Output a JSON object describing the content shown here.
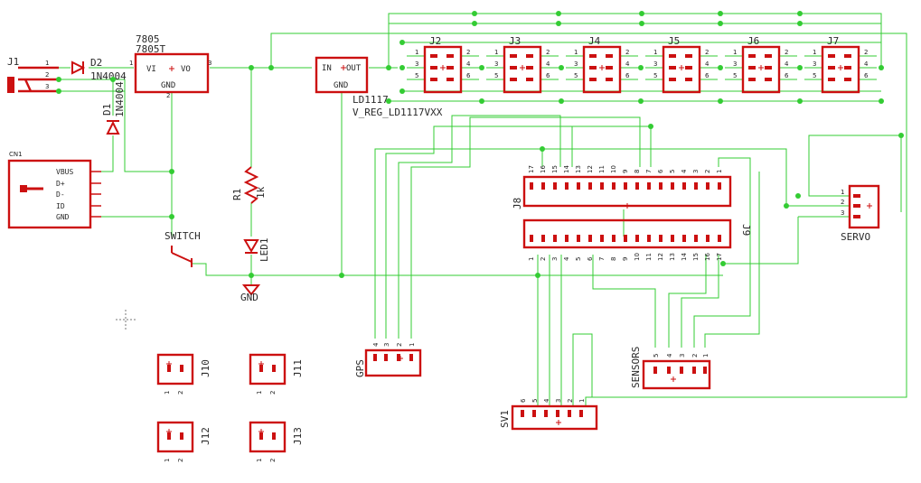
{
  "connectors": {
    "j1": "J1",
    "j1_pins": [
      "1",
      "2",
      "3"
    ],
    "cn1": "CN1",
    "cn1_pins": [
      "VBUS",
      "D+",
      "D-",
      "ID",
      "GND"
    ],
    "jumpers": [
      "J2",
      "J3",
      "J4",
      "J5",
      "J6",
      "J7"
    ],
    "jumper_pins": [
      "1",
      "2",
      "3",
      "4",
      "5",
      "6"
    ],
    "small": [
      "J10",
      "J11",
      "J12",
      "J13"
    ],
    "small_pins": [
      "1",
      "2"
    ],
    "j8": "J8",
    "j9": "J9",
    "header_pins_desc": [
      "17",
      "16",
      "15",
      "14",
      "13",
      "12",
      "11",
      "10",
      "9",
      "8",
      "7",
      "6",
      "5",
      "4",
      "3",
      "2",
      "1"
    ],
    "header_pins_asc": [
      "1",
      "2",
      "3",
      "4",
      "5",
      "6",
      "7",
      "8",
      "9",
      "10",
      "11",
      "12",
      "13",
      "14",
      "15",
      "16",
      "17"
    ],
    "servo": "SERVO",
    "servo_pins": [
      "1",
      "2",
      "3"
    ],
    "gps": "GPS",
    "gps_pins": [
      "4",
      "3",
      "2",
      "1"
    ],
    "sensors": "SENSORS",
    "sensors_pins": [
      "5",
      "4",
      "3",
      "2",
      "1"
    ],
    "sv1": "SV1",
    "sv1_pins": [
      "6",
      "5",
      "4",
      "3",
      "2",
      "1"
    ]
  },
  "parts": {
    "d2_name": "D2",
    "d2_value": "1N4004",
    "d1_name": "D1",
    "d1_value": "1N4004",
    "reg1_line1": "7805",
    "reg1_line2": "7805T",
    "reg1_vi": "VI",
    "reg1_vo": "VO",
    "reg1_gnd": "GND",
    "reg1_pin1": "1",
    "reg1_pin2": "2",
    "reg1_pin3": "3",
    "reg2_in": "IN",
    "reg2_out": "OUT",
    "reg2_gnd": "GND",
    "reg2_name": "LD1117",
    "reg2_value": "V_REG_LD1117VXX",
    "r1_name": "R1",
    "r1_value": "1k",
    "led_name": "LED1",
    "switch": "SWITCH",
    "gnd": "GND"
  },
  "colors": {
    "parts": "#cc1010",
    "wires": "#33cc33",
    "text": "#2a2a2a"
  }
}
